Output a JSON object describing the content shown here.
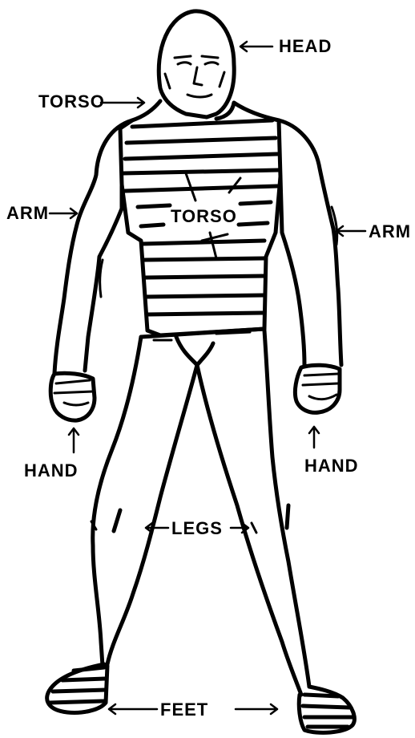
{
  "labels": {
    "head": "HEAD",
    "torso_neck": "TORSO",
    "torso_chest": "TORSO",
    "arm_left": "ARM",
    "arm_right": "ARM",
    "hand_left": "HAND",
    "hand_right": "HAND",
    "legs": "LEGS",
    "feet": "FEET"
  },
  "colors": {
    "ink": "#000000",
    "paper": "#ffffff"
  }
}
